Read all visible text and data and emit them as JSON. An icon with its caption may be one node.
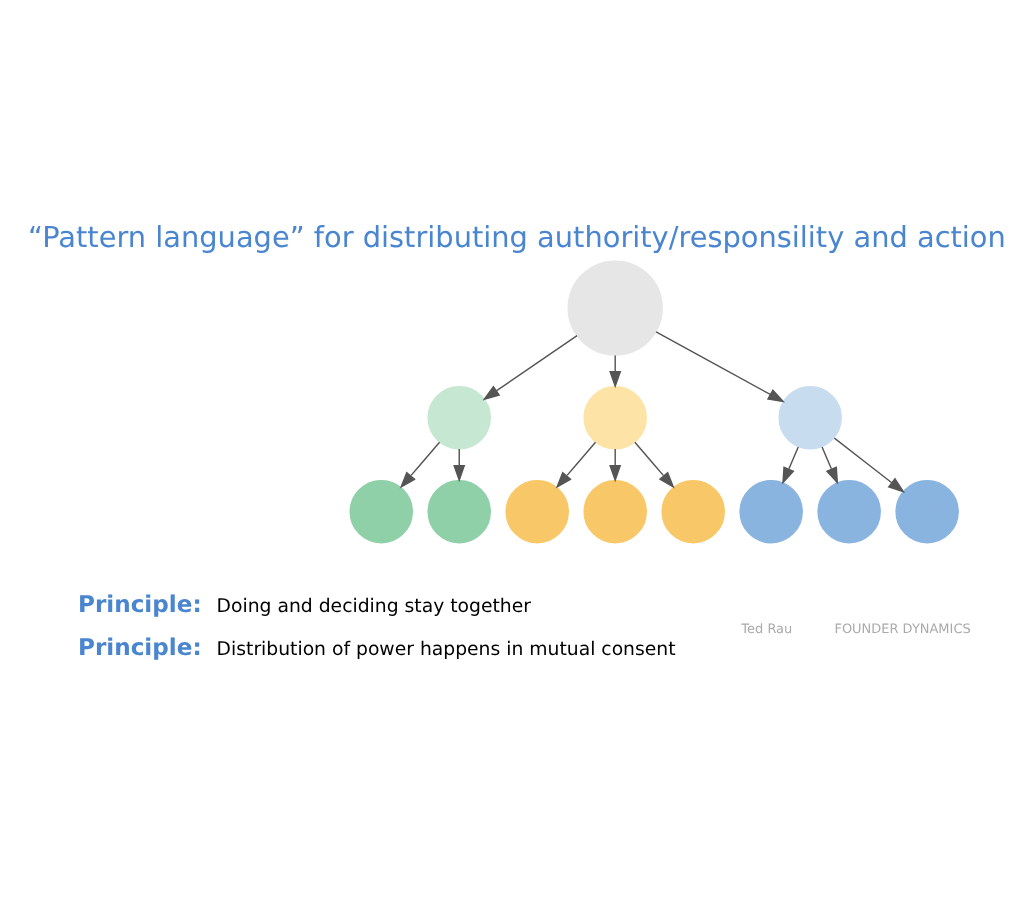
{
  "diagram": {
    "title": "“Pattern language” for distributing authority/responsility and action",
    "nodes": [
      {
        "text": [],
        "shape": "circle"
      },
      {
        "text": [],
        "shape": "circle"
      },
      {
        "text": [],
        "shape": "circle"
      },
      {
        "text": [],
        "shape": "circle"
      },
      {
        "text": [],
        "shape": "circle"
      },
      {
        "text": [],
        "shape": "circle"
      },
      {
        "text": [],
        "shape": "circle"
      },
      {
        "text": [],
        "shape": "circle"
      },
      {
        "text": [],
        "shape": "circle"
      },
      {
        "text": [],
        "shape": "circle"
      },
      {
        "text": [],
        "shape": "circle"
      },
      {
        "text": [],
        "shape": "circle"
      }
    ],
    "edges": [
      {
        "from": 0,
        "to": 1,
        "arrow": "to"
      },
      {
        "from": 1,
        "to": 2,
        "arrow": "to"
      },
      {
        "from": 1,
        "to": 3,
        "arrow": "to"
      },
      {
        "from": 0,
        "to": 4,
        "arrow": "to"
      },
      {
        "from": 4,
        "to": 5,
        "arrow": "to"
      },
      {
        "from": 4,
        "to": 6,
        "arrow": "to"
      },
      {
        "from": 4,
        "to": 7,
        "arrow": "to"
      },
      {
        "from": 0,
        "to": 8,
        "arrow": "to"
      },
      {
        "from": 8,
        "to": 9,
        "arrow": "to"
      },
      {
        "from": 8,
        "to": 10,
        "arrow": "to"
      },
      {
        "from": 8,
        "to": 11,
        "arrow": "to"
      }
    ],
    "labels": [
      "Principle:",
      "Doing and deciding stay together",
      "Principle:",
      "Distribution of power happens in mutual consent",
      "Ted Rau",
      "FOUNDER DYNAMICS"
    ]
  }
}
